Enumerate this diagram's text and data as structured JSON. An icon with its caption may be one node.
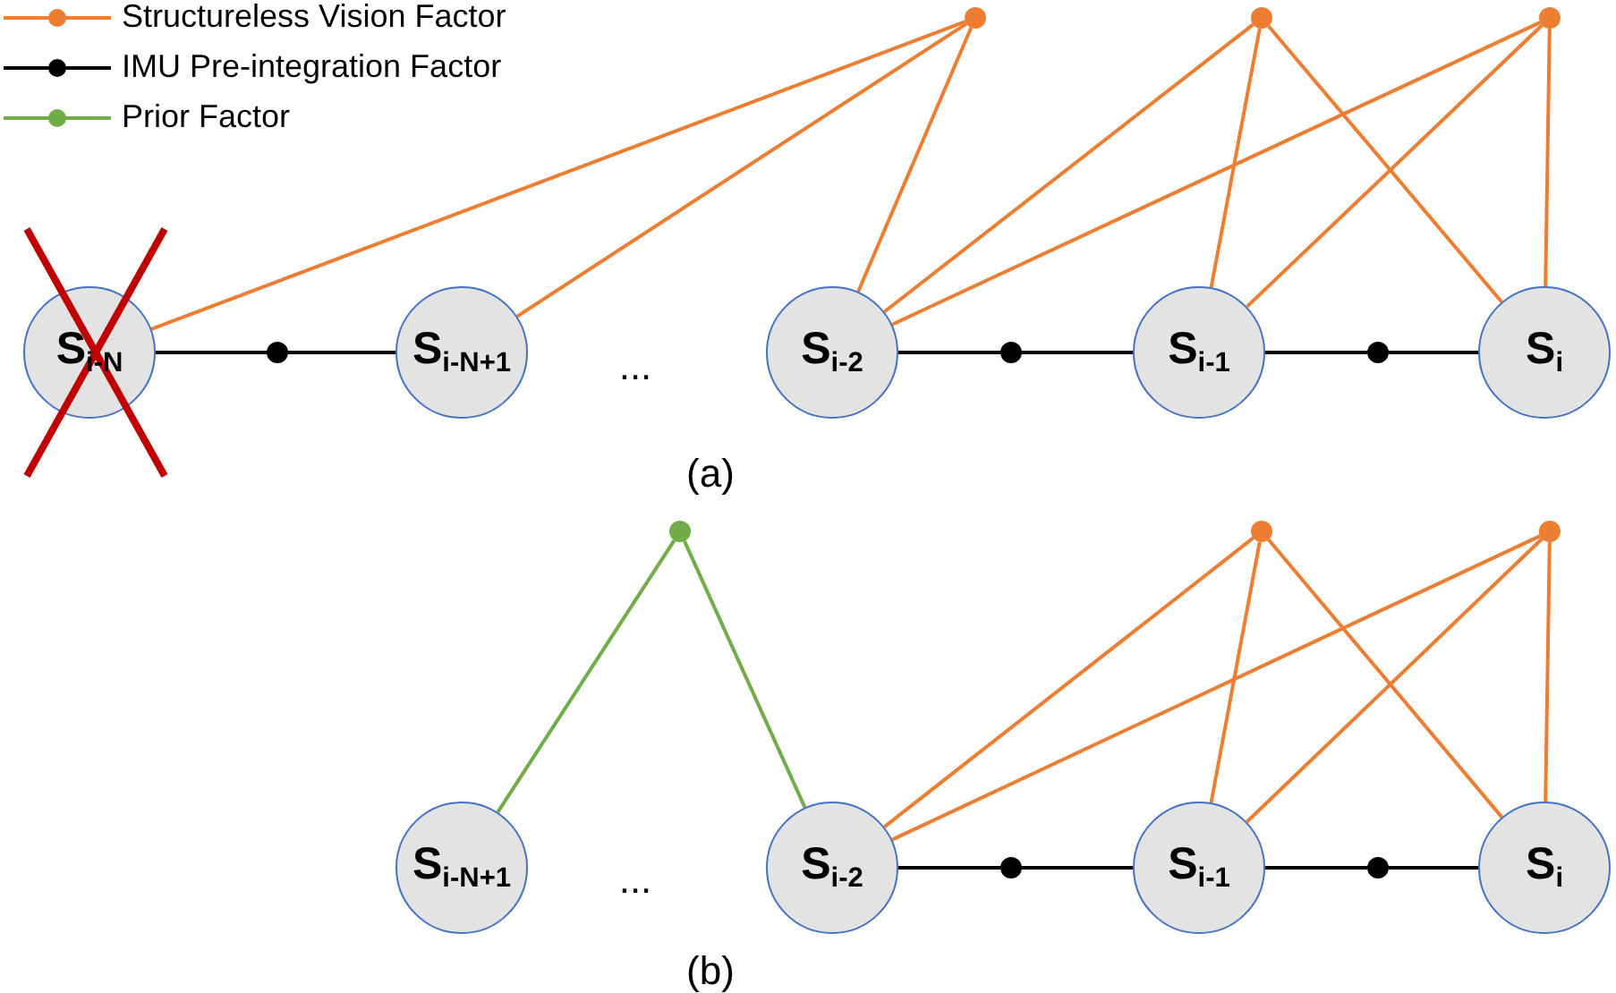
{
  "diagram": {
    "nodes": [
      {
        "text": [],
        "shape": "circle"
      },
      {
        "text": [],
        "shape": "circle"
      },
      {
        "text": [],
        "shape": "circle"
      },
      {
        "text": [
          "S$_{i-N}$"
        ]
      },
      {
        "text": [],
        "shape": "circle"
      },
      {
        "text": [
          "S$_{i-N+1}$"
        ]
      },
      {
        "text": [
          "S$_{i-2}$"
        ]
      },
      {
        "text": [],
        "shape": "circle"
      },
      {
        "text": [
          "S$_{i-1}$"
        ]
      },
      {
        "text": [],
        "shape": "circle"
      },
      {
        "text": [
          "S$_{i}$"
        ]
      },
      {
        "text": [],
        "shape": "circle"
      },
      {
        "text": [],
        "shape": "circle"
      },
      {
        "text": [],
        "shape": "circle"
      },
      {
        "text": [
          "S$_{i-N+1}$"
        ]
      },
      {
        "text": [
          "S$_{i-2}$"
        ]
      },
      {
        "text": [],
        "shape": "circle"
      },
      {
        "text": [
          "S$_{i-1}$"
        ]
      },
      {
        "text": [],
        "shape": "circle"
      },
      {
        "text": [
          "S$_{i}$"
        ]
      }
    ],
    "edges": [
      {
        "from": 0,
        "to": 3,
        "arrow": "none"
      },
      {
        "from": 0,
        "to": 5,
        "arrow": "none"
      },
      {
        "from": 0,
        "to": 6,
        "arrow": "none"
      },
      {
        "from": 1,
        "to": 6,
        "arrow": "none"
      },
      {
        "from": 1,
        "to": 8,
        "arrow": "none"
      },
      {
        "from": 1,
        "to": 10,
        "arrow": "none"
      },
      {
        "from": 2,
        "to": 6,
        "arrow": "none"
      },
      {
        "from": 2,
        "to": 8,
        "arrow": "none"
      },
      {
        "from": 2,
        "to": 10,
        "arrow": "none"
      },
      {
        "from": 3,
        "to": 4,
        "arrow": "none",
        "color": "#000000"
      },
      {
        "from": 4,
        "to": 5,
        "arrow": "none",
        "color": "#000000"
      },
      {
        "from": 6,
        "to": 7,
        "arrow": "none",
        "color": "#000000"
      },
      {
        "from": 7,
        "to": 8,
        "arrow": "none",
        "color": "#000000"
      },
      {
        "from": 8,
        "to": 9,
        "arrow": "none",
        "color": "#000000"
      },
      {
        "from": 9,
        "to": 10,
        "arrow": "none",
        "color": "#000000"
      },
      {
        "from": 11,
        "to": 14,
        "arrow": "none",
        "color": "#70ad47"
      },
      {
        "from": 11,
        "to": 15,
        "arrow": "none",
        "color": "#70ad47"
      },
      {
        "from": 12,
        "to": 15,
        "arrow": "none"
      },
      {
        "from": 12,
        "to": 17,
        "arrow": "none"
      },
      {
        "from": 12,
        "to": 19,
        "arrow": "none"
      },
      {
        "from": 13,
        "to": 15,
        "arrow": "none"
      },
      {
        "from": 13,
        "to": 17,
        "arrow": "none"
      },
      {
        "from": 13,
        "to": 19,
        "arrow": "none"
      },
      {
        "from": 15,
        "to": 16,
        "arrow": "none",
        "color": "#000000"
      },
      {
        "from": 16,
        "to": 17,
        "arrow": "none",
        "color": "#000000"
      },
      {
        "from": 17,
        "to": 18,
        "arrow": "none",
        "color": "#000000"
      },
      {
        "from": 18,
        "to": 19,
        "arrow": "none",
        "color": "#000000"
      }
    ],
    "labels": [
      "...",
      "(a)",
      "...",
      "(b)"
    ],
    "legend": [
      {
        "text": "Structureless Vision Factor",
        "color": "#ed7d31"
      },
      {
        "text": "IMU Pre-integration Factor",
        "color": "#000000"
      },
      {
        "text": "Prior Factor",
        "color": "#70ad47"
      }
    ]
  }
}
